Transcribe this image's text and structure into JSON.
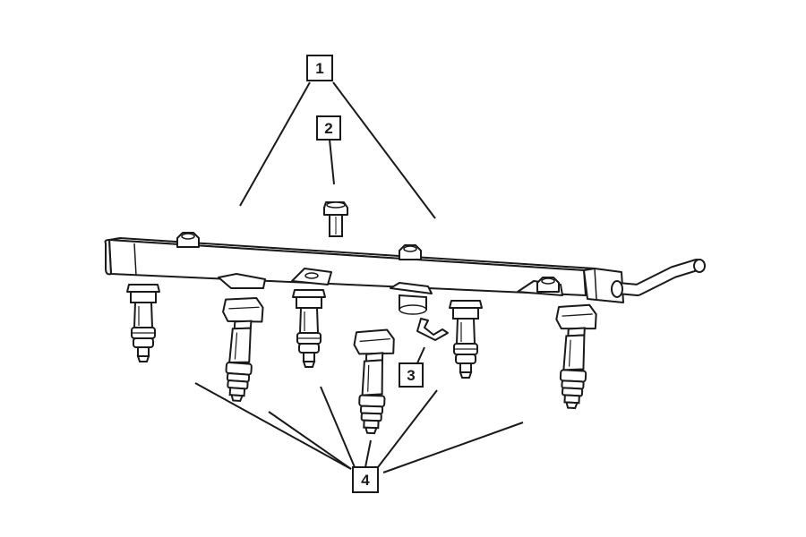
{
  "callouts": [
    {
      "id": "1",
      "label": "1"
    },
    {
      "id": "2",
      "label": "2"
    },
    {
      "id": "3",
      "label": "3"
    },
    {
      "id": "4",
      "label": "4"
    }
  ],
  "colors": {
    "line": "#1a1a1a",
    "background": "#ffffff",
    "fill": "#ffffff",
    "shade": "#eeeeee"
  }
}
